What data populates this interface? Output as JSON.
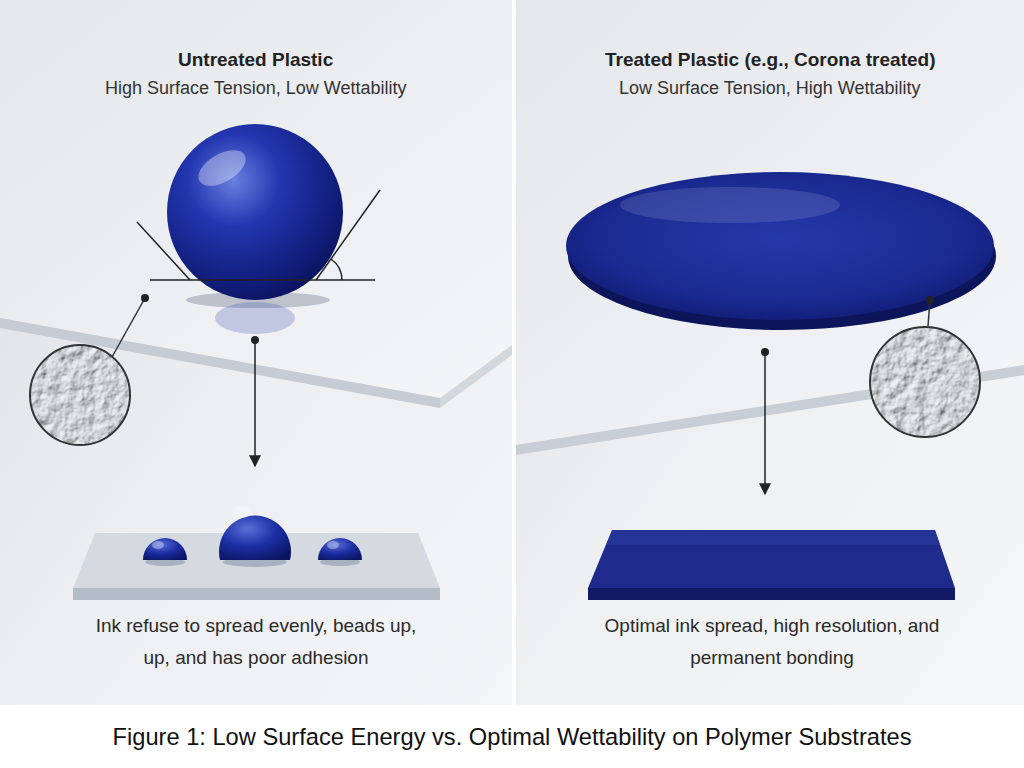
{
  "diagram": {
    "caption": "Figure 1: Low Surface Energy vs. Optimal Wettability on Polymer Substrates",
    "nodes": [
      {
        "text": [
          "Untreated Plastic",
          "High Surface Tension, Low Wettability",
          "Ink refuse to spread evenly, beads up, up, and has poor adhesion"
        ]
      },
      {
        "text": [
          "Treated Plastic (e.g., Corona treated)",
          "Low Surface Tension, High Wettability",
          "Optimal ink spread, high resolution, and permanent bonding"
        ]
      }
    ]
  }
}
